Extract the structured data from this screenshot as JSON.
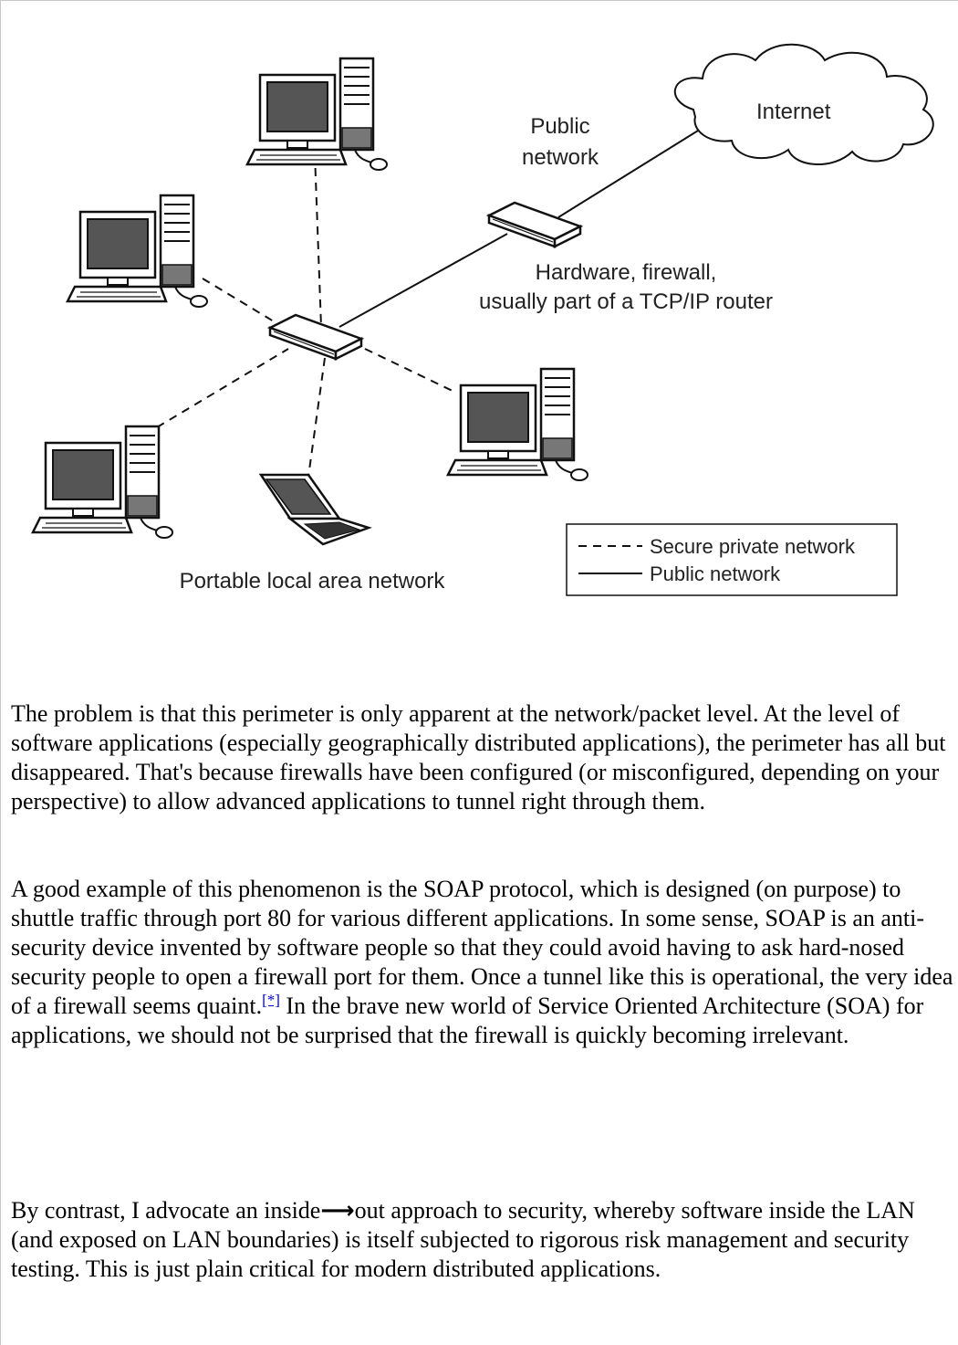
{
  "figure": {
    "labels": {
      "internet": "Internet",
      "public_network_line1": "Public",
      "public_network_line2": "network",
      "firewall_line1": "Hardware, firewall,",
      "firewall_line2": "usually part of a TCP/IP router",
      "lan": "Portable local area network"
    },
    "legend": {
      "dashed": "Secure private network",
      "solid": "Public network"
    }
  },
  "paragraphs": {
    "p1": "The problem is that this perimeter is only apparent at the network/packet level. At the level of software applications (especially geographically distributed applications), the perimeter has all but disappeared. That's because firewalls have been configured (or misconfigured, depending on your perspective) to allow advanced applications to tunnel right through them.",
    "p2_before": "A good example of this phenomenon is the SOAP protocol, which is designed (on purpose) to shuttle traffic through port 80 for various different applications. In some sense, SOAP is an anti-security device invented by software people so that they could avoid having to ask hard-nosed security people to open a firewall port for them. Once a tunnel like this is operational, the very idea of a firewall seems quaint.",
    "p2_footnote": "[*]",
    "p2_after": " In the brave new world of Service Oriented Architecture (SOA) for applications, we should not be surprised that the firewall is quickly becoming irrelevant.",
    "p3_before": "By contrast, I advocate an inside",
    "p3_arrow": "⟶",
    "p3_after": "out approach to security, whereby software inside the LAN (and exposed on LAN boundaries) is itself subjected to rigorous risk management and security testing. This is just plain critical for modern distributed applications."
  }
}
